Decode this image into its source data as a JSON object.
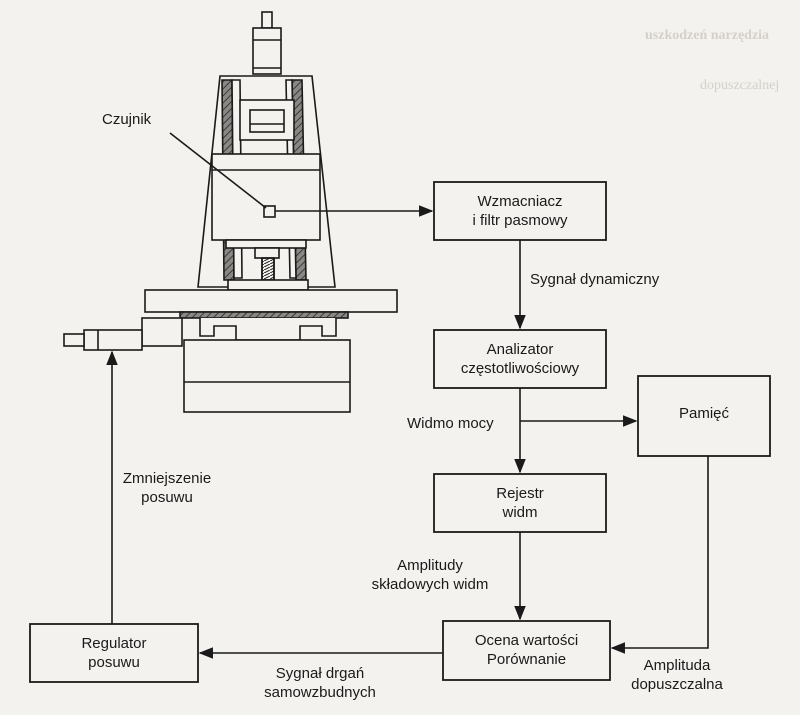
{
  "machine": {
    "sensor_label": "Czujnik"
  },
  "blocks": {
    "amplifier": "Wzmacniacz\ni filtr pasmowy",
    "analyzer": "Analizator\nczęstotliwościowy",
    "memory": "Pamięć",
    "register": "Rejestr\nwidm",
    "evaluation": "Ocena wartości\nPorównanie",
    "regulator": "Regulator\nposuwu"
  },
  "signals": {
    "dynamic_signal": "Sygnał dynamiczny",
    "power_spectrum": "Widmo mocy",
    "spectrum_amplitudes": "Amplitudy\nskładowych widm",
    "allowed_amplitude": "Amplituda\ndopuszczalna",
    "self_excited_signal": "Sygnał drgań\nsamowzbudnych",
    "feed_reduction": "Zmniejszenie\nposuwu"
  },
  "bleed_through": {
    "line1": "uszkodzeń narzędzia",
    "line2": "dopuszczalnej"
  },
  "colors": {
    "ink": "#1a1a1a",
    "paper": "#f4f2ee",
    "hatch": "#555555",
    "bleed": "#b9b4ab"
  }
}
